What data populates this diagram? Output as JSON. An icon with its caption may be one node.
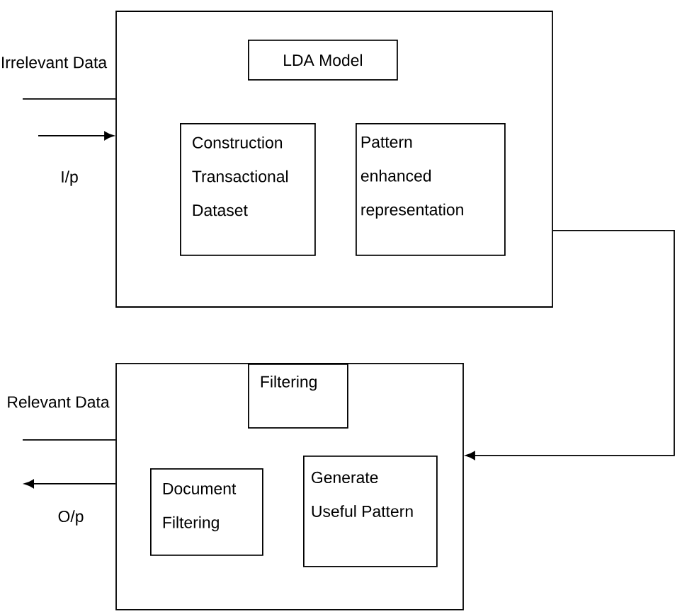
{
  "diagram": {
    "nodes": [
      {
        "text": [],
        "shape": "box"
      },
      {
        "text": [
          "LDA Model"
        ],
        "in": 0
      },
      {
        "text": [
          "Construction Transactional Dataset"
        ],
        "in": 0
      },
      {
        "text": [
          "Pattern enhanced representation"
        ],
        "in": 0
      },
      {
        "text": [],
        "shape": "box"
      },
      {
        "text": [
          "Filtering"
        ],
        "in": 4
      },
      {
        "text": [
          "Document Filtering"
        ],
        "in": 4
      },
      {
        "text": [
          "Generate Useful Pattern"
        ],
        "in": 4
      }
    ],
    "edges": [
      {
        "from": null,
        "to": 0,
        "arrow": "none",
        "label": "Irrelevant Data"
      },
      {
        "from": null,
        "to": 0,
        "arrow": "to",
        "label": "I/p"
      },
      {
        "from": 0,
        "to": 4,
        "arrow": "to"
      },
      {
        "from": null,
        "to": 4,
        "arrow": "none",
        "label": "Relevant Data"
      },
      {
        "from": 4,
        "to": null,
        "arrow": "to",
        "label": "O/p"
      }
    ]
  }
}
